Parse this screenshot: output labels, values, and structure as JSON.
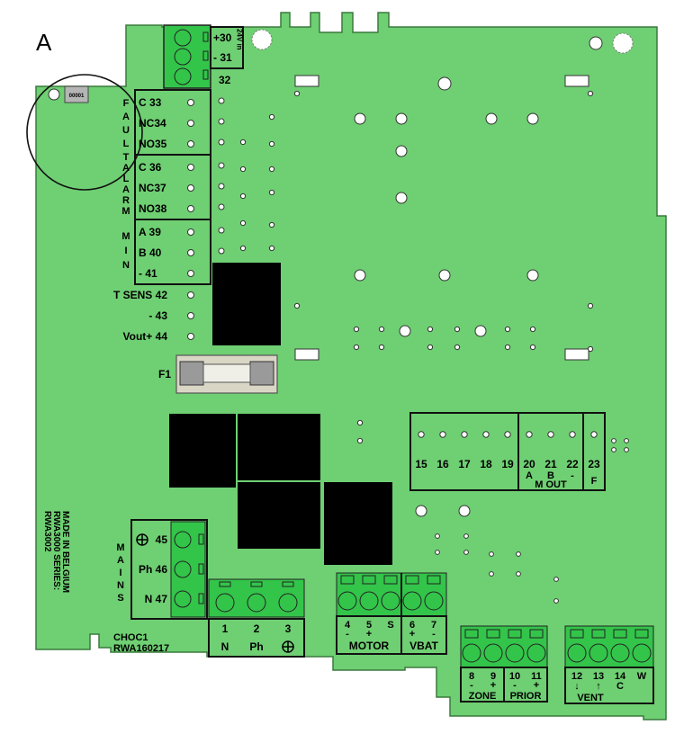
{
  "detail_marker": "A",
  "label_tag": "00001",
  "top_terminals": {
    "t30": "+30",
    "t31": "- 31",
    "t32": "32",
    "side": "24V in"
  },
  "fault_group": {
    "title": "FAULT",
    "rows": [
      "C 33",
      "NC34",
      "NO35"
    ]
  },
  "alarm_group": {
    "title": "ALARM",
    "rows": [
      "C 36",
      "NC37",
      "NO38"
    ]
  },
  "min_group": {
    "title": "MIN",
    "rows": [
      "A 39",
      "B 40",
      "- 41"
    ]
  },
  "sensor_rows": [
    "T SENS 42",
    "- 43",
    "Vout+ 44"
  ],
  "fuse_label": "F1",
  "right_block": {
    "numbers": [
      "15",
      "16",
      "17",
      "18",
      "19",
      "20",
      "21",
      "22",
      "23"
    ],
    "sub_a": "A",
    "sub_b": "B",
    "sub_minus": "-",
    "m_out": "M OUT",
    "f": "F"
  },
  "mains": {
    "title": "MAINS",
    "rows": [
      "45",
      "Ph 46",
      "N 47"
    ]
  },
  "mains_out": {
    "numbers": [
      "1",
      "2",
      "3"
    ],
    "labels": [
      "N",
      "Ph"
    ]
  },
  "motor": {
    "numbers": [
      "4",
      "5",
      "S",
      "6",
      "7"
    ],
    "signs": [
      "-",
      "+",
      "+",
      "-"
    ],
    "motor_label": "MOTOR",
    "vbat_label": "VBAT"
  },
  "zone_prior": {
    "numbers": [
      "8",
      "9",
      "10",
      "11"
    ],
    "signs": [
      "-",
      "+",
      "-",
      "+"
    ],
    "zone_label": "ZONE",
    "prior_label": "PRIOR"
  },
  "vent": {
    "numbers": [
      "12",
      "13",
      "14",
      "W"
    ],
    "sub": [
      "↓",
      "↑",
      "C"
    ],
    "vent_label": "VENT"
  },
  "board_id": [
    "CHOC1",
    "RWA160217"
  ],
  "vertical_text": [
    "MADE IN BELGIUM",
    "RWA3000 SERIES:",
    "RWA3002"
  ]
}
